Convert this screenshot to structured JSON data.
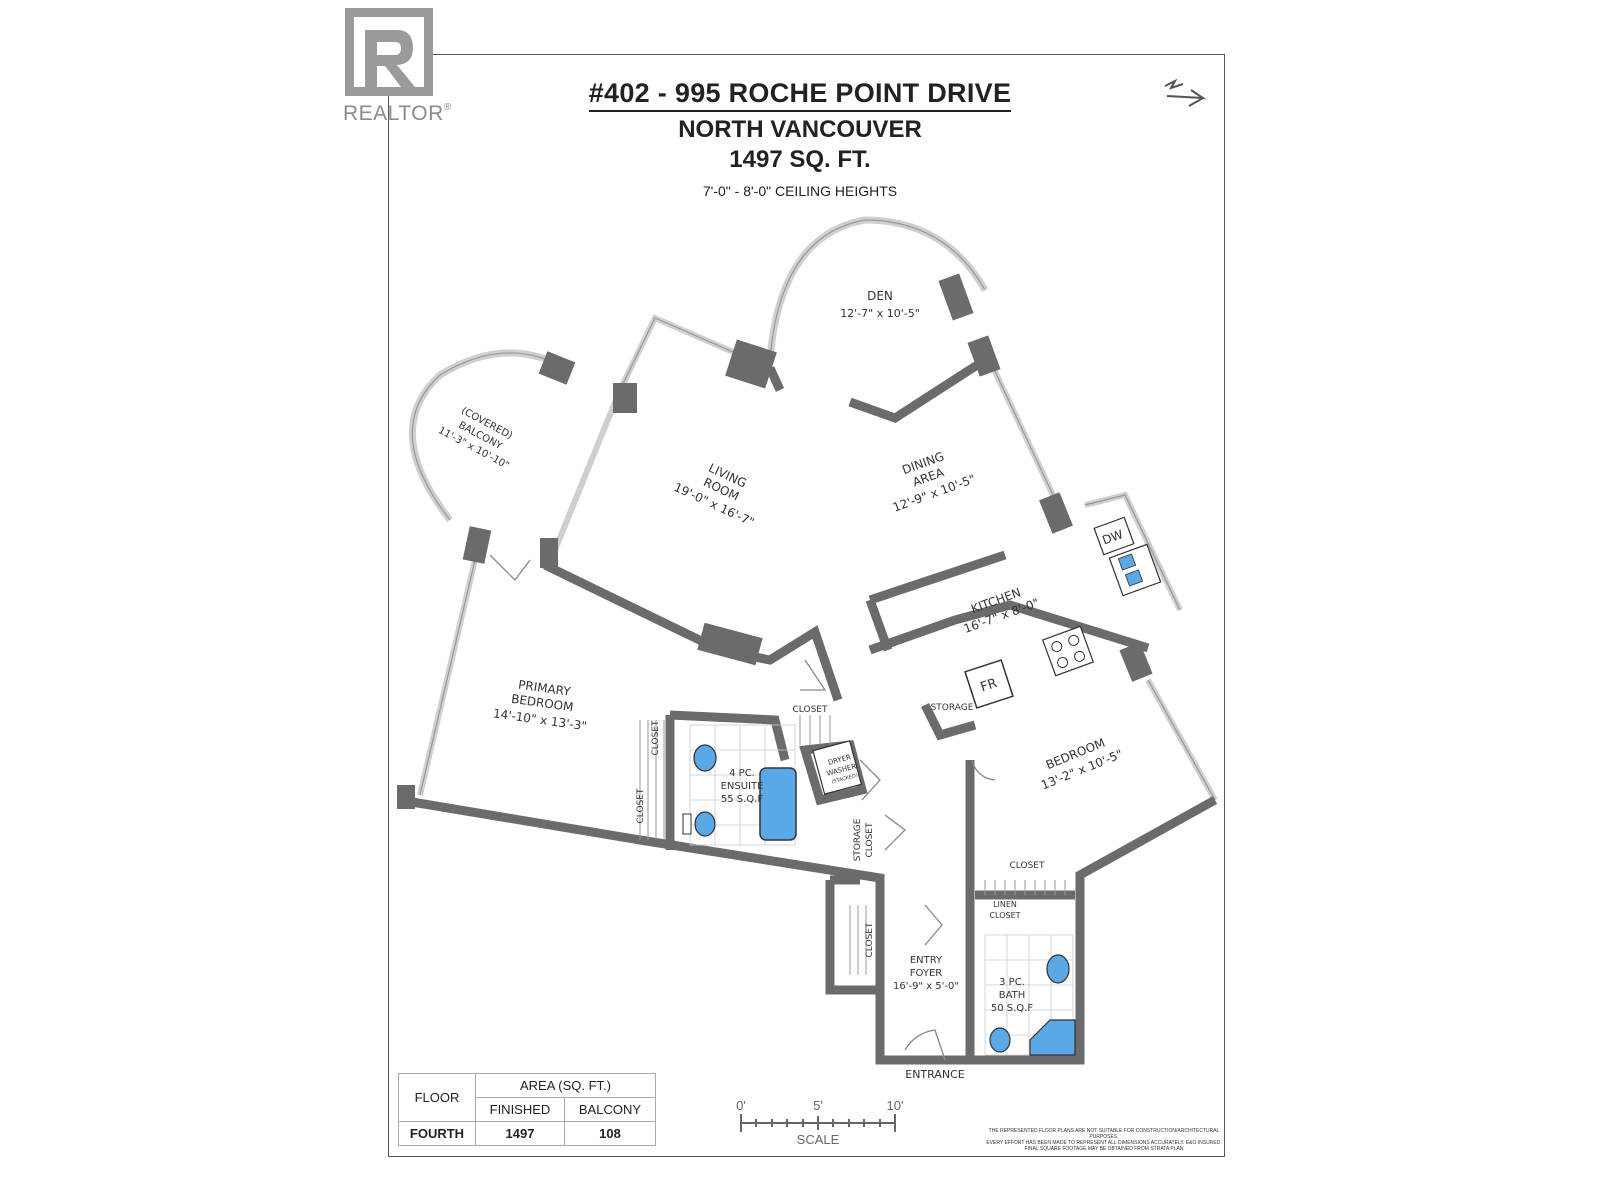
{
  "logo": {
    "text": "REALTOR",
    "reg": "®"
  },
  "header": {
    "address": "#402 - 995 ROCHE POINT DRIVE",
    "city": "NORTH VANCOUVER",
    "area": "1497 SQ. FT.",
    "ceiling": "7'-0\" - 8'-0\" CEILING HEIGHTS"
  },
  "rooms": {
    "den": {
      "name": "DEN",
      "dims": "12'-7\" x 10'-5\""
    },
    "balcony": {
      "line1": "(COVERED)",
      "line2": "BALCONY",
      "dims": "11'-3\" x 10'-10\""
    },
    "living": {
      "line1": "LIVING",
      "line2": "ROOM",
      "dims": "19'-0\" x 16'-7\""
    },
    "dining": {
      "line1": "DINING",
      "line2": "AREA",
      "dims": "12'-9\" x 10'-5\""
    },
    "kitchen": {
      "name": "KITCHEN",
      "dims": "16'-7\" x 8'-0\""
    },
    "primary": {
      "line1": "PRIMARY",
      "line2": "BEDROOM",
      "dims": "14'-10\" x 13'-3\""
    },
    "bedroom": {
      "name": "BEDROOM",
      "dims": "13'-2\" x 10'-5\""
    },
    "ensuite": {
      "line1": "4 PC.",
      "line2": "ENSUITE",
      "line3": "55 S.Q.F"
    },
    "bath": {
      "line1": "3 PC.",
      "line2": "BATH",
      "line3": "50 S.Q.F"
    },
    "foyer": {
      "line1": "ENTRY",
      "line2": "FOYER",
      "dims": "16'-9\" x 5'-0\""
    },
    "closet": "CLOSET",
    "linen": {
      "line1": "LINEN",
      "line2": "CLOSET"
    },
    "storage_closet": {
      "line1": "STORAGE",
      "line2": "CLOSET"
    },
    "storage": "STORAGE",
    "dryer": "DRYER",
    "washer": "WASHER",
    "stacked": "(STACKED)",
    "dw": "DW",
    "fr": "FR",
    "entrance": "ENTRANCE"
  },
  "area_table": {
    "floor_header": "FLOOR",
    "area_header": "AREA (SQ. FT.)",
    "finished_header": "FINISHED",
    "balcony_header": "BALCONY",
    "floor": "FOURTH",
    "finished": "1497",
    "balcony": "108"
  },
  "scale": {
    "t0": "0'",
    "t5": "5'",
    "t10": "10'",
    "label": "SCALE"
  },
  "disclaimer": {
    "line1": "THE REPRESENTED FLOOR PLANS ARE NOT SUITABLE FOR CONSTRUCTION/ARCHITECTURAL PURPOSES.",
    "line2": "EVERY EFFORT HAS BEEN MADE TO REPRESENT ALL DIMENSIONS ACCURATELY. E&O INSURED.",
    "line3": "FINAL SQUARE FOOTAGE MAY BE OBTAINED FROM STRATA PLAN"
  },
  "colors": {
    "wall": "#6b6b6b",
    "fixture": "#5aa8e6"
  }
}
